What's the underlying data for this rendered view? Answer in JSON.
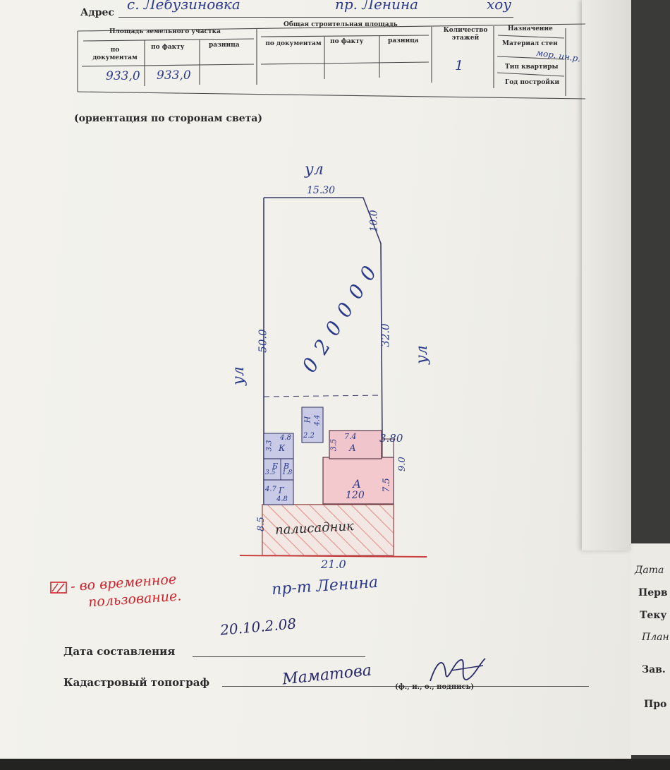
{
  "header": {
    "address_label": "Адрес",
    "address_value_1": "с. Лебузиновка",
    "address_value_2": "пр. Ленина",
    "address_value_3": "хоу"
  },
  "table": {
    "land_area_header": "Площадь земельного участка",
    "building_area_header": "Общая строительная площадь",
    "floors_header": "Количество этажей",
    "purpose_header": "Назначение",
    "wall_material": "Материал стен",
    "apartment_type": "Тип квартиры",
    "year_built": "Год постройки",
    "by_docs": "по документам",
    "by_fact": "по факту",
    "difference": "разница",
    "land_by_docs_value": "933,0",
    "land_by_fact_value": "933,0",
    "floors_value": "1",
    "wall_material_value": "мор. ин.р."
  },
  "orientation_note": "(ориентация по сторонам света)",
  "plan": {
    "street_top": "ул",
    "street_left": "ул",
    "street_right": "ул",
    "street_bottom": "пр-т Ленина",
    "dim_top": "15.30",
    "dim_diag": "10.0",
    "dim_left": "50.0",
    "dim_right": "32.0",
    "dim_step": "3.80",
    "dim_right_small": "9.0",
    "dim_bottom": "21.0",
    "dim_front": "8.5",
    "dim_house_side": "7.5",
    "garden_label": "0 2 0 0 0 0",
    "front_garden_label": "палисадник",
    "house_label": "А",
    "house_area": "120",
    "annex_label": "А",
    "annex_dim_1": "7.4",
    "annex_dim_2": "3.5",
    "shed_label": "Н",
    "shed_dim_1": "4.4",
    "shed_dim_2": "2.2",
    "k_label": "К",
    "k_dim_1": "3.3",
    "k_dim_2": "4.8",
    "b_label": "Б",
    "b_dim": "3.5",
    "v_label": "В",
    "v_dim": "1.8",
    "g_label": "Г",
    "g_dim_1": "4.7",
    "g_dim_2": "4.8"
  },
  "legend": {
    "text_line1": "- во временное",
    "text_line2": "пользование."
  },
  "footer": {
    "date_label": "Дата составления",
    "date_value": "20.10.2.08",
    "topographer_label": "Кадастровый топограф",
    "topographer_name": "Маматова",
    "signature_caption": "(ф., и., о., подпись)"
  },
  "side_sheet": {
    "l1": "Дата",
    "l2": "Перв",
    "l3": "Теку",
    "l4": "План",
    "l5": "Зав.",
    "l6": "Про"
  }
}
